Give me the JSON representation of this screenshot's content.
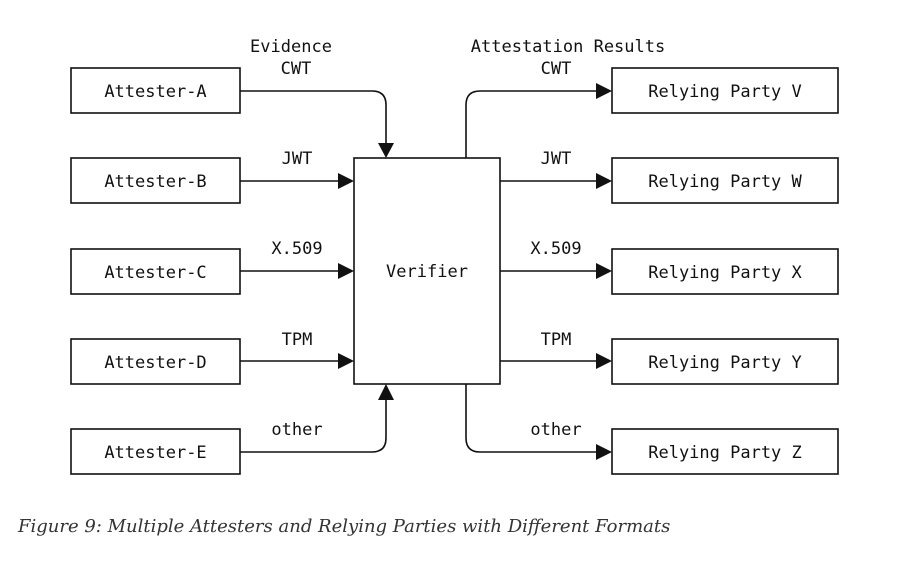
{
  "evidence_header": {
    "line1": "Evidence",
    "line2": "CWT"
  },
  "results_header": "Attestation Results",
  "verifier_label": "Verifier",
  "attesters": [
    {
      "label": "Attester-A",
      "format": ""
    },
    {
      "label": "Attester-B",
      "format": "JWT"
    },
    {
      "label": "Attester-C",
      "format": "X.509"
    },
    {
      "label": "Attester-D",
      "format": "TPM"
    },
    {
      "label": "Attester-E",
      "format": "other"
    }
  ],
  "relying_parties": [
    {
      "label": "Relying Party V",
      "format": "CWT"
    },
    {
      "label": "Relying Party W",
      "format": "JWT"
    },
    {
      "label": "Relying Party X",
      "format": "X.509"
    },
    {
      "label": "Relying Party Y",
      "format": "TPM"
    },
    {
      "label": "Relying Party Z",
      "format": "other"
    }
  ],
  "caption": "Figure 9: Multiple Attesters and Relying Parties with Different Formats"
}
